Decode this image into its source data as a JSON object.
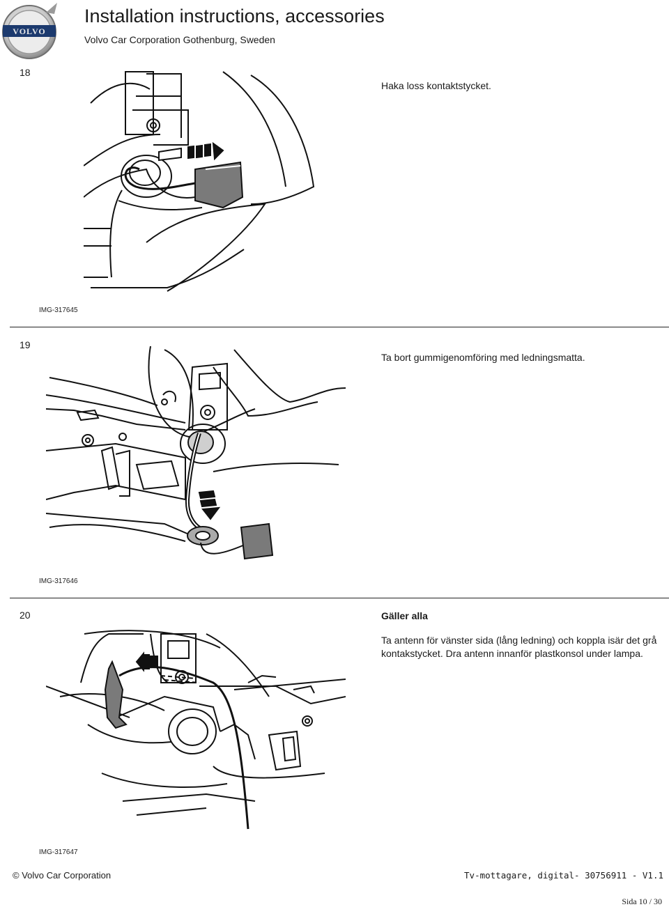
{
  "header": {
    "logo_text": "VOLVO",
    "title": "Installation instructions, accessories",
    "subtitle": "Volvo Car Corporation Gothenburg, Sweden"
  },
  "steps": [
    {
      "number": "18",
      "text": "Haka loss kontaktstycket.",
      "image_id": "IMG-317645"
    },
    {
      "number": "19",
      "text": "Ta bort gummigenomföring med ledningsmatta.",
      "image_id": "IMG-317646"
    },
    {
      "number": "20",
      "heading": "Gäller alla",
      "text": "Ta antenn för vänster sida (lång ledning) och koppla isär det grå kontakstycket. Dra antenn innanför plastkonsol under lampa.",
      "image_id": "IMG-317647"
    }
  ],
  "footer": {
    "copyright": "© Volvo Car Corporation",
    "document": "Tv-mottagare, digital- 30756911 - V1.1",
    "page": "Sida 10 / 30"
  },
  "icons": {
    "logo": "volvo-logo-icon"
  },
  "colors": {
    "text": "#1a1a1a",
    "rule": "#222222",
    "logo_blue": "#1c3a6e",
    "line_art": "#111111",
    "gray_fill": "#7a7a7a"
  }
}
